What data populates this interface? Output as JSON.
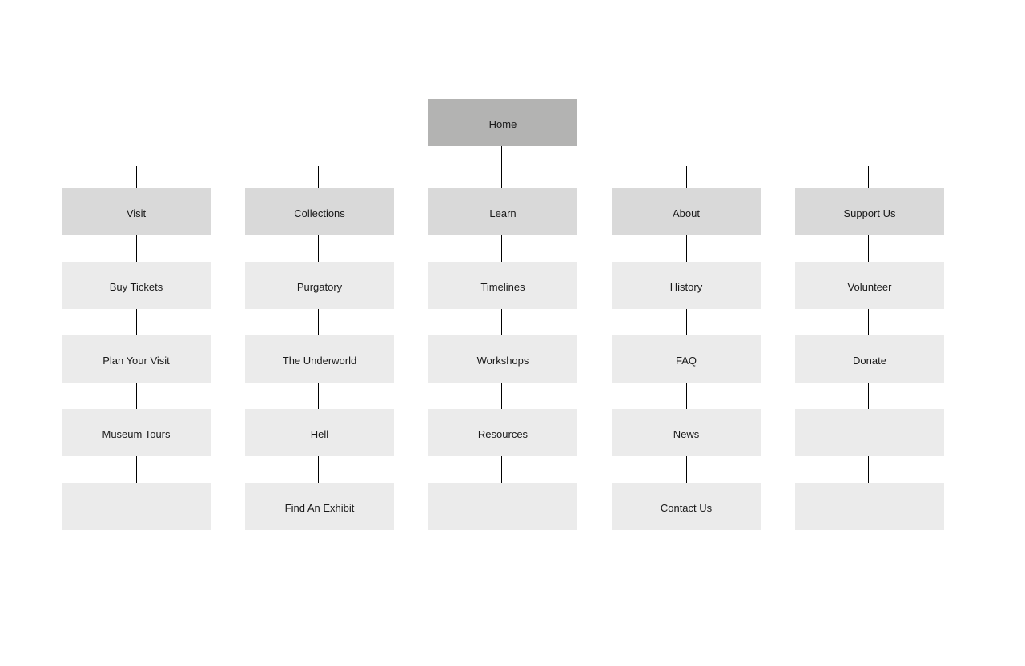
{
  "root": {
    "label": "Home"
  },
  "sections": [
    {
      "label": "Visit",
      "pages": [
        "Buy Tickets",
        "Plan Your Visit",
        "Museum Tours",
        ""
      ]
    },
    {
      "label": "Collections",
      "pages": [
        "Purgatory",
        "The Underworld",
        "Hell",
        "Find An Exhibit"
      ]
    },
    {
      "label": "Learn",
      "pages": [
        "Timelines",
        "Workshops",
        "Resources",
        ""
      ]
    },
    {
      "label": "About",
      "pages": [
        "History",
        "FAQ",
        "News",
        "Contact Us"
      ]
    },
    {
      "label": "Support Us",
      "pages": [
        "Volunteer",
        "Donate",
        "",
        ""
      ]
    }
  ],
  "colors": {
    "root_fill": "#b3b3b2",
    "section_fill": "#d9d9d9",
    "page_fill": "#ebebeb",
    "connector": "#000000"
  }
}
